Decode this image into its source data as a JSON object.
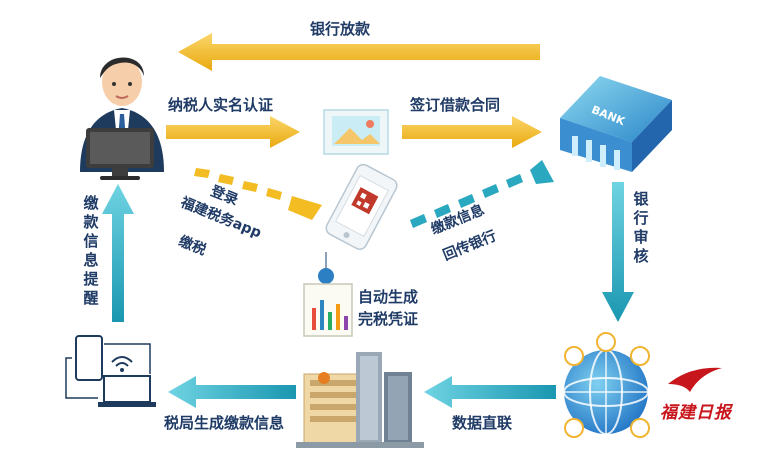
{
  "labels": {
    "bank_loan": "银行放款",
    "taxpayer_auth": "纳税人实名认证",
    "sign_contract": "签订借款合同",
    "bank_review": "银行审核",
    "login_app_1": "登录",
    "login_app_2": "福建税务app",
    "login_app_3": "缴税",
    "payment_info_1": "缴款信息",
    "payment_info_2": "回传银行",
    "auto_voucher_1": "自动生成",
    "auto_voucher_2": "完税凭证",
    "payment_reminder": "缴款信息提醒",
    "data_link": "数据直联",
    "tax_bureau_info": "税局生成缴款信息"
  },
  "watermark": {
    "text": "福建日报"
  },
  "bank_sign": "BANK",
  "colors": {
    "yellow_arrow": "#f2bc22",
    "teal_arrow": "#2aa8bf",
    "label_text": "#1f3b66",
    "brand_red": "#c8161d"
  }
}
